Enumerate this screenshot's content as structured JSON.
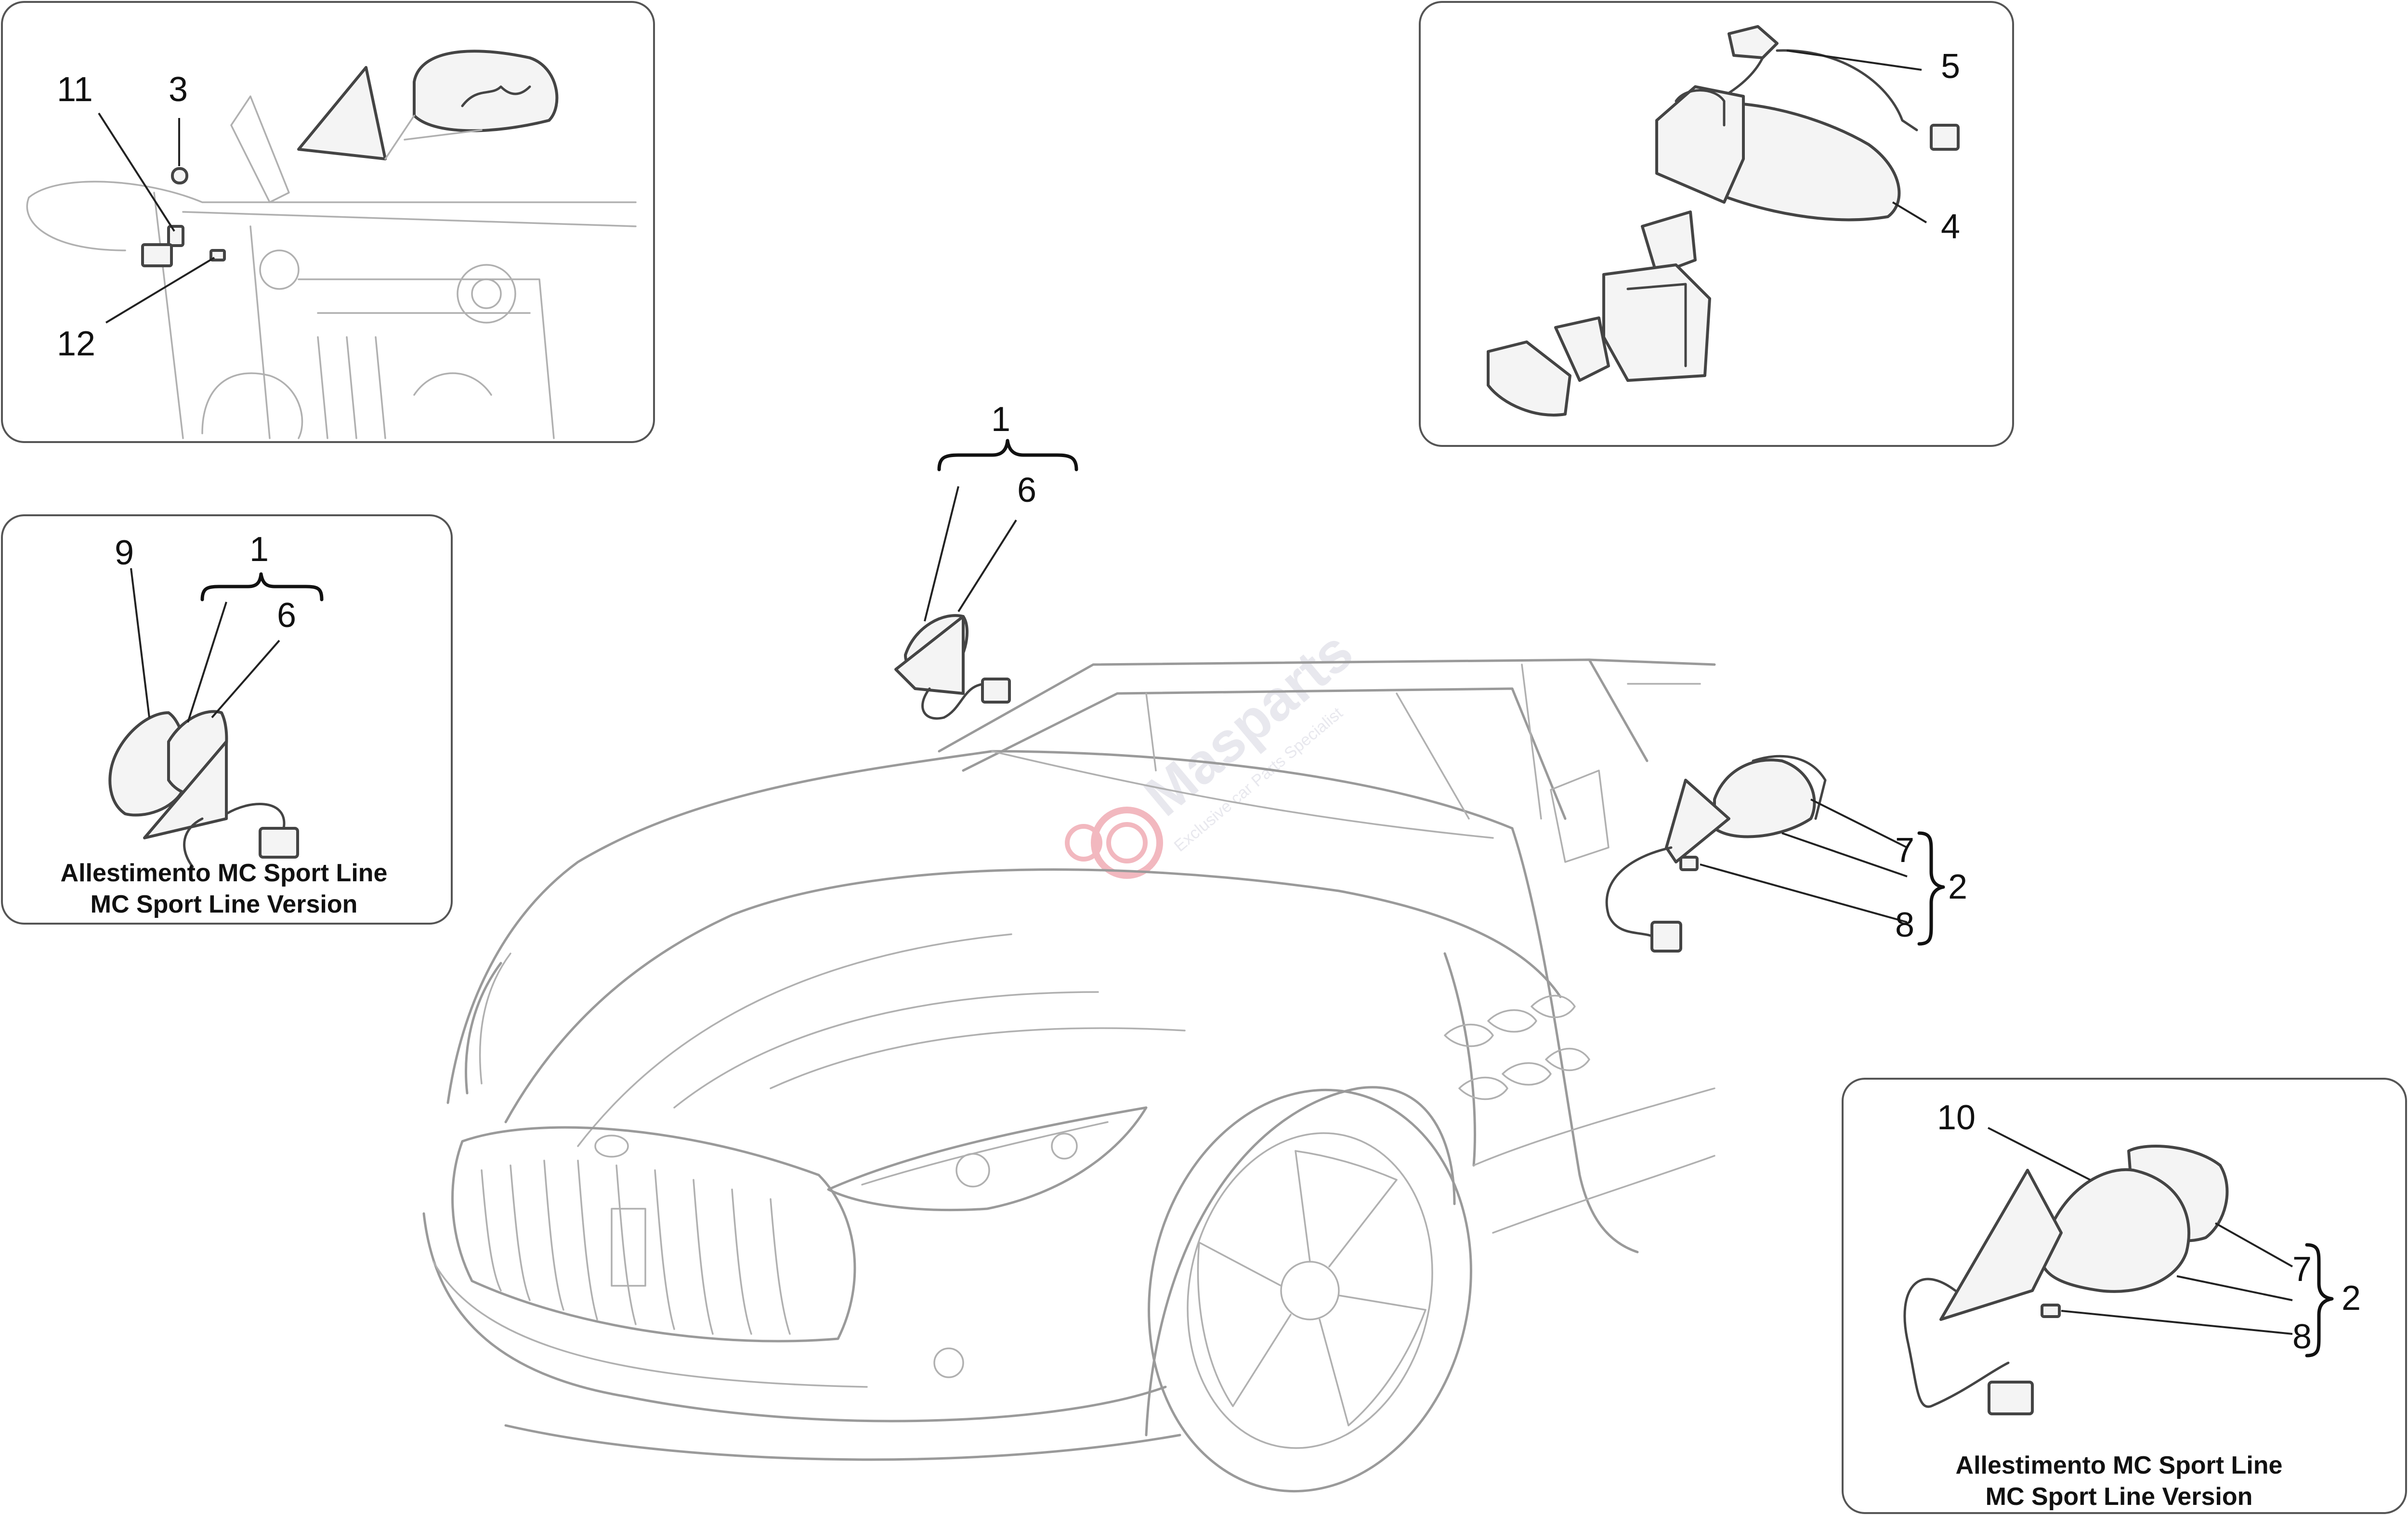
{
  "callouts": {
    "p11": "11",
    "p3": "3",
    "p12": "12",
    "p5": "5",
    "p4": "4",
    "p1_left": "1",
    "p9": "9",
    "p6_left": "6",
    "p1_center": "1",
    "p6_center": "6",
    "p7_main": "7",
    "p8_main": "8",
    "p2_main": "2",
    "p10": "10",
    "p7_br": "7",
    "p8_br": "8",
    "p2_br": "2"
  },
  "captions": {
    "left_line1": "Allestimento MC Sport Line",
    "left_line2": "MC Sport Line Version",
    "right_line1": "Allestimento MC Sport Line",
    "right_line2": "MC Sport Line Version"
  },
  "watermark": {
    "brand": "Masparts",
    "tagline": "Exclusive car Parts Specialist"
  },
  "colors": {
    "line": "#9a9a9a",
    "text": "#111111",
    "watermark_accent": "#f2b8bf"
  }
}
